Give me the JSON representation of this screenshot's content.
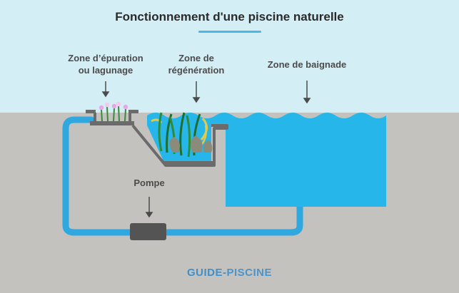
{
  "title": "Fonctionnement d'une piscine naturelle",
  "labels": {
    "epuration": [
      "Zone d’épuration",
      "ou lagunage"
    ],
    "regeneration": [
      "Zone de",
      "régénération"
    ],
    "baignade": "Zone de baignade",
    "pompe": "Pompe"
  },
  "logo": {
    "part1": "GUIDE-",
    "part2": "PISCINE"
  },
  "colors": {
    "sky": "#d4eef6",
    "ground": "#c3c2bf",
    "water": "#27b6ea",
    "pipe": "#2fa8e0",
    "wall": "#6b6b6b",
    "pump": "#545454",
    "title_rule": "#4bb7e6"
  }
}
